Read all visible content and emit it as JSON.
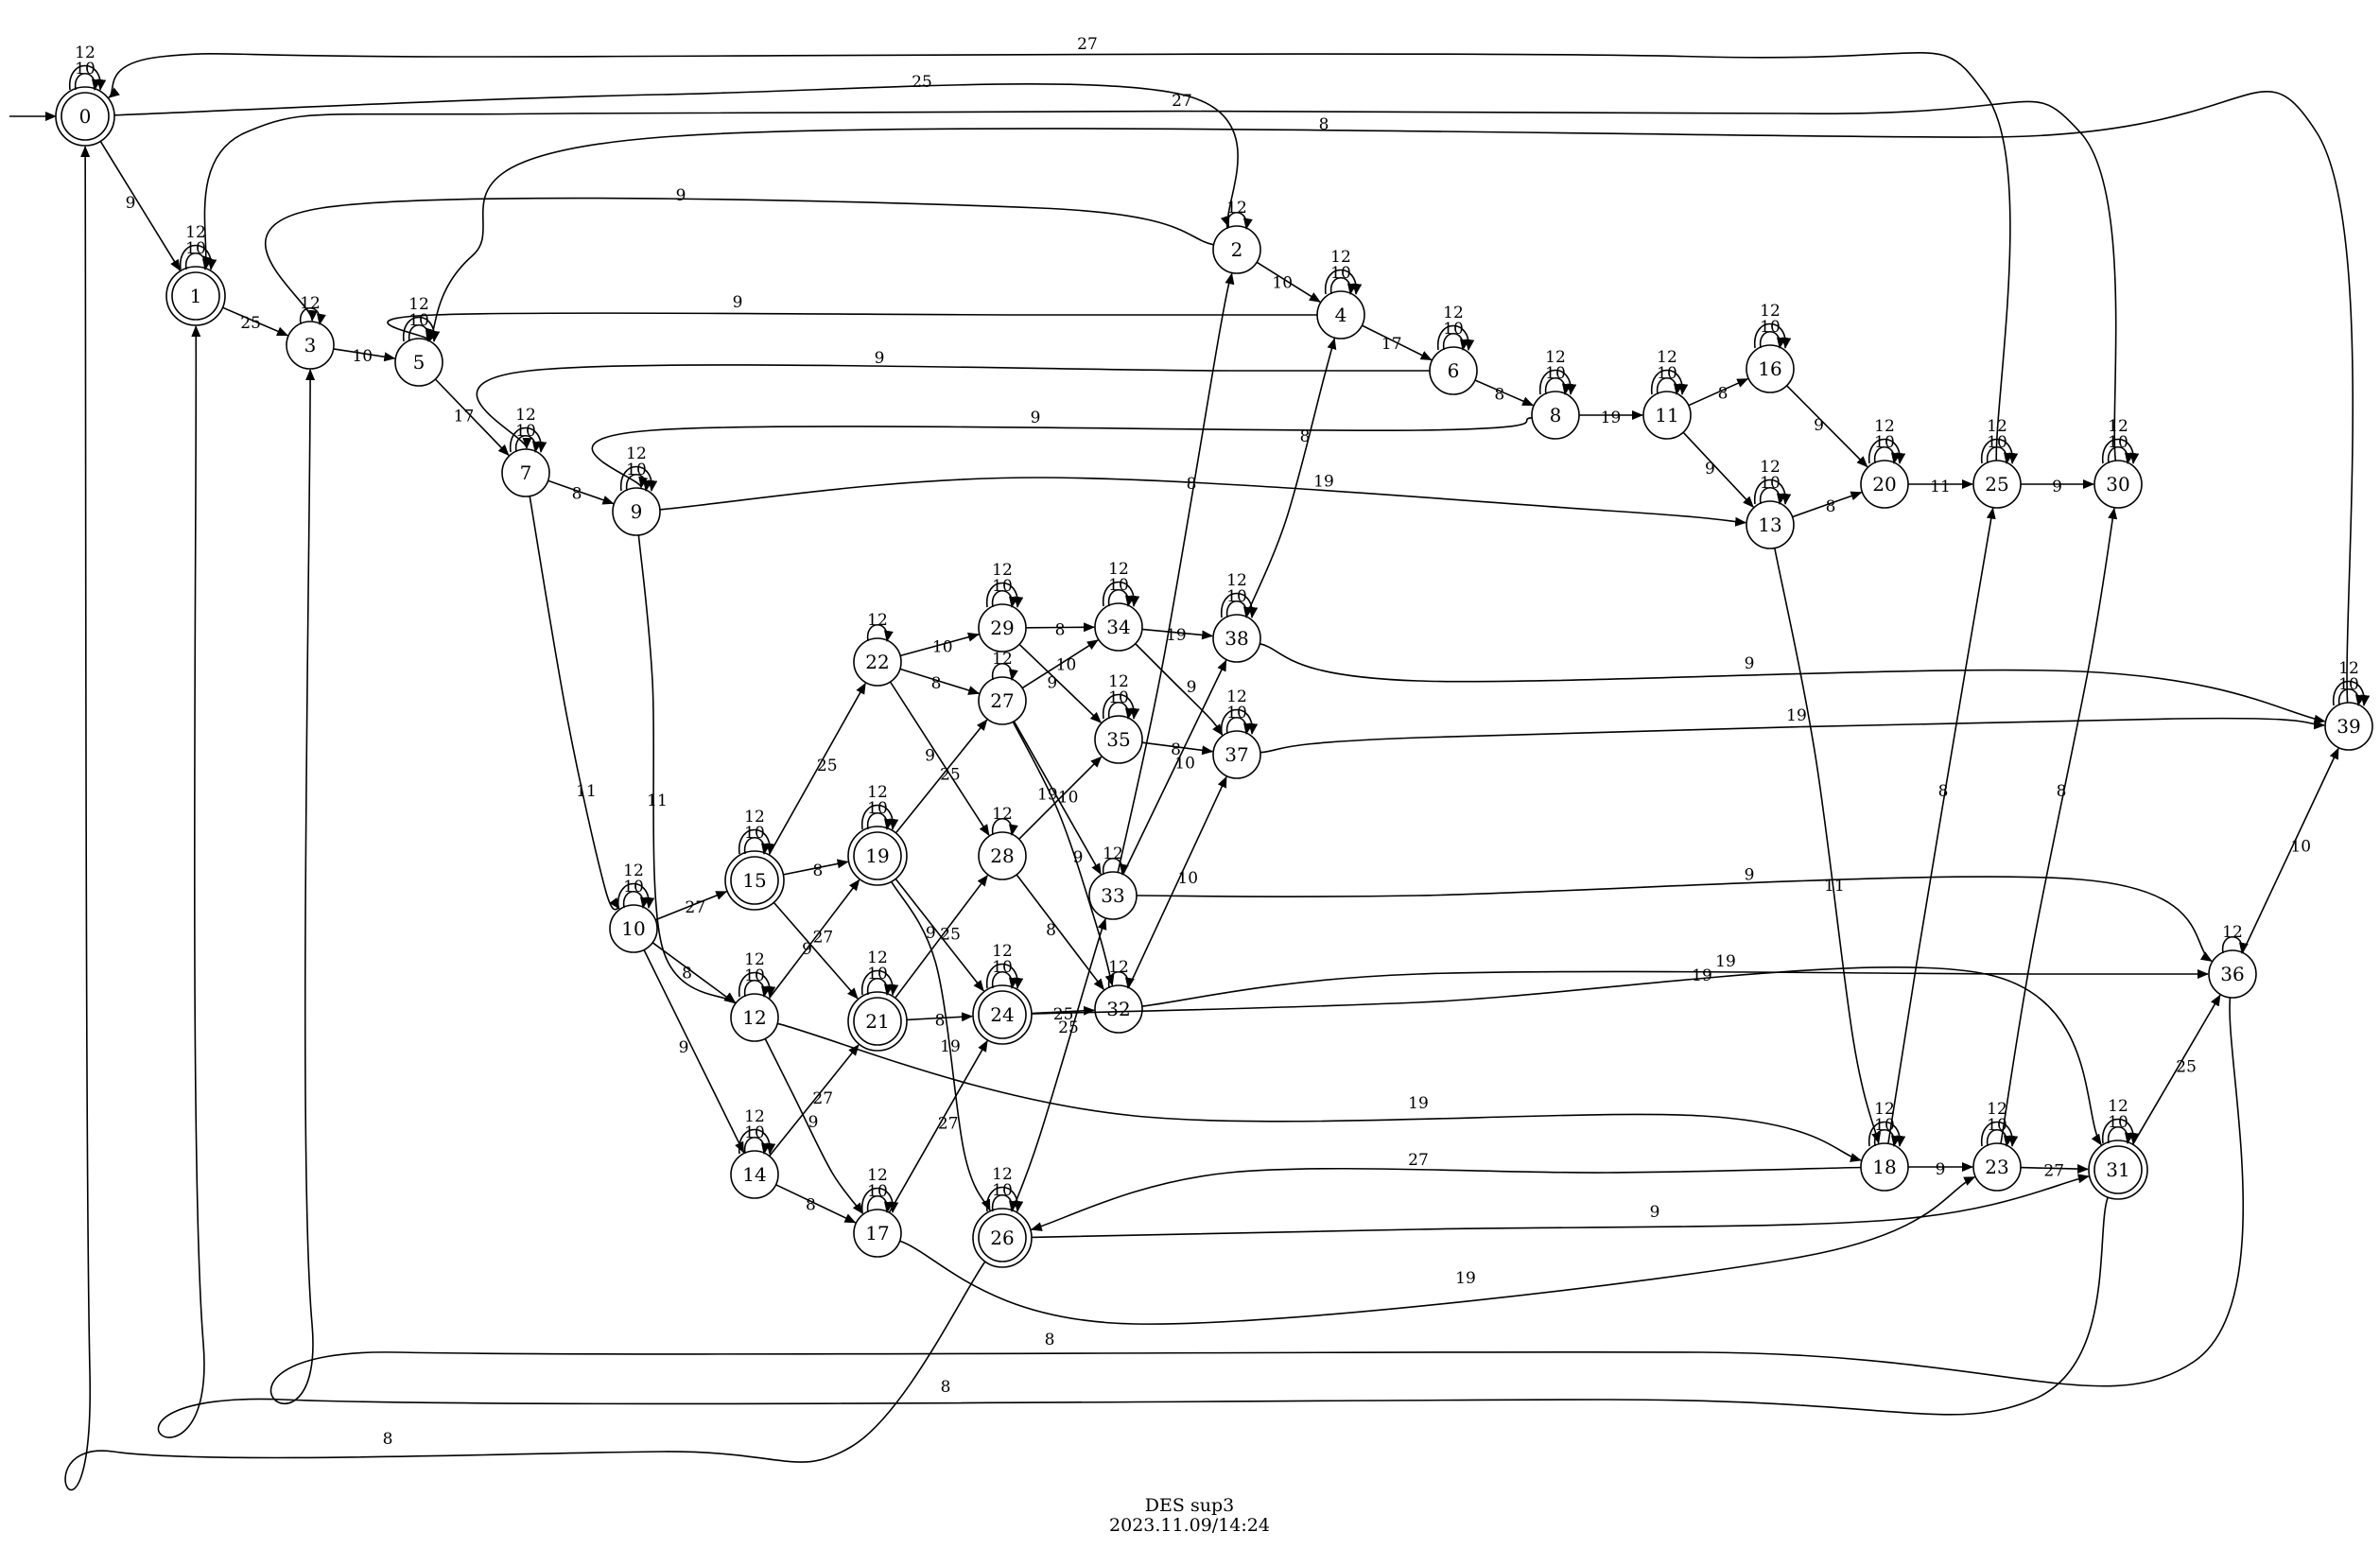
{
  "graph": {
    "name": "DES sup3",
    "timestamp": "2023.11.09/14:24",
    "initial_state": "0",
    "states": [
      {
        "id": "0",
        "marked": true,
        "self_loops": [
          "10",
          "12"
        ]
      },
      {
        "id": "1",
        "marked": true,
        "self_loops": [
          "10",
          "12"
        ]
      },
      {
        "id": "2",
        "marked": false,
        "self_loops": [
          "12"
        ]
      },
      {
        "id": "3",
        "marked": false,
        "self_loops": [
          "12"
        ]
      },
      {
        "id": "4",
        "marked": false,
        "self_loops": [
          "10",
          "12"
        ]
      },
      {
        "id": "5",
        "marked": false,
        "self_loops": [
          "10",
          "12"
        ]
      },
      {
        "id": "6",
        "marked": false,
        "self_loops": [
          "10",
          "12"
        ]
      },
      {
        "id": "7",
        "marked": false,
        "self_loops": [
          "10",
          "12"
        ]
      },
      {
        "id": "8",
        "marked": false,
        "self_loops": [
          "10",
          "12"
        ]
      },
      {
        "id": "9",
        "marked": false,
        "self_loops": [
          "10",
          "12"
        ]
      },
      {
        "id": "10",
        "marked": false,
        "self_loops": [
          "10",
          "12"
        ]
      },
      {
        "id": "11",
        "marked": false,
        "self_loops": [
          "10",
          "12"
        ]
      },
      {
        "id": "12",
        "marked": false,
        "self_loops": [
          "10",
          "12"
        ]
      },
      {
        "id": "13",
        "marked": false,
        "self_loops": [
          "10",
          "12"
        ]
      },
      {
        "id": "14",
        "marked": false,
        "self_loops": [
          "10",
          "12"
        ]
      },
      {
        "id": "15",
        "marked": true,
        "self_loops": [
          "10",
          "12"
        ]
      },
      {
        "id": "16",
        "marked": false,
        "self_loops": [
          "10",
          "12"
        ]
      },
      {
        "id": "17",
        "marked": false,
        "self_loops": [
          "10",
          "12"
        ]
      },
      {
        "id": "18",
        "marked": false,
        "self_loops": [
          "10",
          "12"
        ]
      },
      {
        "id": "19",
        "marked": true,
        "self_loops": [
          "10",
          "12"
        ]
      },
      {
        "id": "20",
        "marked": false,
        "self_loops": [
          "10",
          "12"
        ]
      },
      {
        "id": "21",
        "marked": true,
        "self_loops": [
          "10",
          "12"
        ]
      },
      {
        "id": "22",
        "marked": false,
        "self_loops": [
          "12"
        ]
      },
      {
        "id": "23",
        "marked": false,
        "self_loops": [
          "10",
          "12"
        ]
      },
      {
        "id": "24",
        "marked": true,
        "self_loops": [
          "10",
          "12"
        ]
      },
      {
        "id": "25",
        "marked": false,
        "self_loops": [
          "10",
          "12"
        ]
      },
      {
        "id": "26",
        "marked": true,
        "self_loops": [
          "10",
          "12"
        ]
      },
      {
        "id": "27",
        "marked": false,
        "self_loops": [
          "12"
        ]
      },
      {
        "id": "28",
        "marked": false,
        "self_loops": [
          "12"
        ]
      },
      {
        "id": "29",
        "marked": false,
        "self_loops": [
          "10",
          "12"
        ]
      },
      {
        "id": "30",
        "marked": false,
        "self_loops": [
          "10",
          "12"
        ]
      },
      {
        "id": "31",
        "marked": true,
        "self_loops": [
          "10",
          "12"
        ]
      },
      {
        "id": "32",
        "marked": false,
        "self_loops": [
          "12"
        ]
      },
      {
        "id": "33",
        "marked": false,
        "self_loops": [
          "12"
        ]
      },
      {
        "id": "34",
        "marked": false,
        "self_loops": [
          "10",
          "12"
        ]
      },
      {
        "id": "35",
        "marked": false,
        "self_loops": [
          "10",
          "12"
        ]
      },
      {
        "id": "36",
        "marked": false,
        "self_loops": [
          "12"
        ]
      },
      {
        "id": "37",
        "marked": false,
        "self_loops": [
          "10",
          "12"
        ]
      },
      {
        "id": "38",
        "marked": false,
        "self_loops": [
          "10",
          "12"
        ]
      },
      {
        "id": "39",
        "marked": false,
        "self_loops": [
          "10",
          "12"
        ]
      }
    ],
    "transitions": [
      {
        "from": "0",
        "to": "1",
        "label": "9"
      },
      {
        "from": "0",
        "to": "2",
        "label": "25"
      },
      {
        "from": "1",
        "to": "3",
        "label": "25"
      },
      {
        "from": "2",
        "to": "3",
        "label": "9"
      },
      {
        "from": "2",
        "to": "4",
        "label": "10"
      },
      {
        "from": "3",
        "to": "5",
        "label": "10"
      },
      {
        "from": "4",
        "to": "5",
        "label": "9"
      },
      {
        "from": "4",
        "to": "6",
        "label": "17"
      },
      {
        "from": "5",
        "to": "7",
        "label": "17"
      },
      {
        "from": "6",
        "to": "7",
        "label": "9"
      },
      {
        "from": "6",
        "to": "8",
        "label": "8"
      },
      {
        "from": "7",
        "to": "9",
        "label": "8"
      },
      {
        "from": "7",
        "to": "10",
        "label": "11"
      },
      {
        "from": "8",
        "to": "9",
        "label": "9"
      },
      {
        "from": "8",
        "to": "11",
        "label": "19"
      },
      {
        "from": "9",
        "to": "13",
        "label": "19"
      },
      {
        "from": "9",
        "to": "12",
        "label": "11"
      },
      {
        "from": "10",
        "to": "15",
        "label": "27"
      },
      {
        "from": "10",
        "to": "12",
        "label": "8"
      },
      {
        "from": "10",
        "to": "14",
        "label": "9"
      },
      {
        "from": "11",
        "to": "16",
        "label": "8"
      },
      {
        "from": "11",
        "to": "13",
        "label": "9"
      },
      {
        "from": "12",
        "to": "19",
        "label": "27"
      },
      {
        "from": "12",
        "to": "17",
        "label": "9"
      },
      {
        "from": "12",
        "to": "18",
        "label": "19"
      },
      {
        "from": "13",
        "to": "20",
        "label": "8"
      },
      {
        "from": "13",
        "to": "18",
        "label": "11"
      },
      {
        "from": "14",
        "to": "21",
        "label": "27"
      },
      {
        "from": "14",
        "to": "17",
        "label": "8"
      },
      {
        "from": "15",
        "to": "22",
        "label": "25"
      },
      {
        "from": "15",
        "to": "19",
        "label": "8"
      },
      {
        "from": "15",
        "to": "21",
        "label": "9"
      },
      {
        "from": "16",
        "to": "20",
        "label": "9"
      },
      {
        "from": "17",
        "to": "24",
        "label": "27"
      },
      {
        "from": "17",
        "to": "23",
        "label": "19"
      },
      {
        "from": "18",
        "to": "23",
        "label": "9"
      },
      {
        "from": "18",
        "to": "25",
        "label": "8"
      },
      {
        "from": "18",
        "to": "26",
        "label": "27"
      },
      {
        "from": "19",
        "to": "27",
        "label": "25"
      },
      {
        "from": "19",
        "to": "24",
        "label": "9"
      },
      {
        "from": "19",
        "to": "26",
        "label": "19"
      },
      {
        "from": "20",
        "to": "25",
        "label": "11"
      },
      {
        "from": "21",
        "to": "28",
        "label": "25"
      },
      {
        "from": "21",
        "to": "24",
        "label": "8"
      },
      {
        "from": "22",
        "to": "29",
        "label": "10"
      },
      {
        "from": "22",
        "to": "27",
        "label": "8"
      },
      {
        "from": "22",
        "to": "28",
        "label": "9"
      },
      {
        "from": "23",
        "to": "31",
        "label": "27"
      },
      {
        "from": "23",
        "to": "30",
        "label": "8"
      },
      {
        "from": "24",
        "to": "32",
        "label": "25"
      },
      {
        "from": "24",
        "to": "31",
        "label": "19"
      },
      {
        "from": "25",
        "to": "30",
        "label": "9"
      },
      {
        "from": "25",
        "to": "0",
        "label": "27"
      },
      {
        "from": "26",
        "to": "31",
        "label": "9"
      },
      {
        "from": "26",
        "to": "33",
        "label": "25"
      },
      {
        "from": "26",
        "to": "0",
        "label": "8"
      },
      {
        "from": "27",
        "to": "34",
        "label": "10"
      },
      {
        "from": "27",
        "to": "33",
        "label": "19"
      },
      {
        "from": "27",
        "to": "32",
        "label": "9"
      },
      {
        "from": "28",
        "to": "35",
        "label": "10"
      },
      {
        "from": "28",
        "to": "32",
        "label": "8"
      },
      {
        "from": "29",
        "to": "34",
        "label": "8"
      },
      {
        "from": "29",
        "to": "35",
        "label": "9"
      },
      {
        "from": "30",
        "to": "1",
        "label": "27"
      },
      {
        "from": "31",
        "to": "36",
        "label": "25"
      },
      {
        "from": "31",
        "to": "1",
        "label": "8"
      },
      {
        "from": "32",
        "to": "37",
        "label": "10"
      },
      {
        "from": "32",
        "to": "36",
        "label": "19"
      },
      {
        "from": "33",
        "to": "2",
        "label": "8"
      },
      {
        "from": "33",
        "to": "38",
        "label": "10"
      },
      {
        "from": "33",
        "to": "36",
        "label": "9"
      },
      {
        "from": "34",
        "to": "38",
        "label": "19"
      },
      {
        "from": "34",
        "to": "37",
        "label": "9"
      },
      {
        "from": "35",
        "to": "37",
        "label": "8"
      },
      {
        "from": "36",
        "to": "39",
        "label": "10"
      },
      {
        "from": "36",
        "to": "3",
        "label": "8"
      },
      {
        "from": "37",
        "to": "39",
        "label": "19"
      },
      {
        "from": "38",
        "to": "39",
        "label": "9"
      },
      {
        "from": "38",
        "to": "4",
        "label": "8"
      },
      {
        "from": "39",
        "to": "5",
        "label": "8"
      }
    ]
  }
}
